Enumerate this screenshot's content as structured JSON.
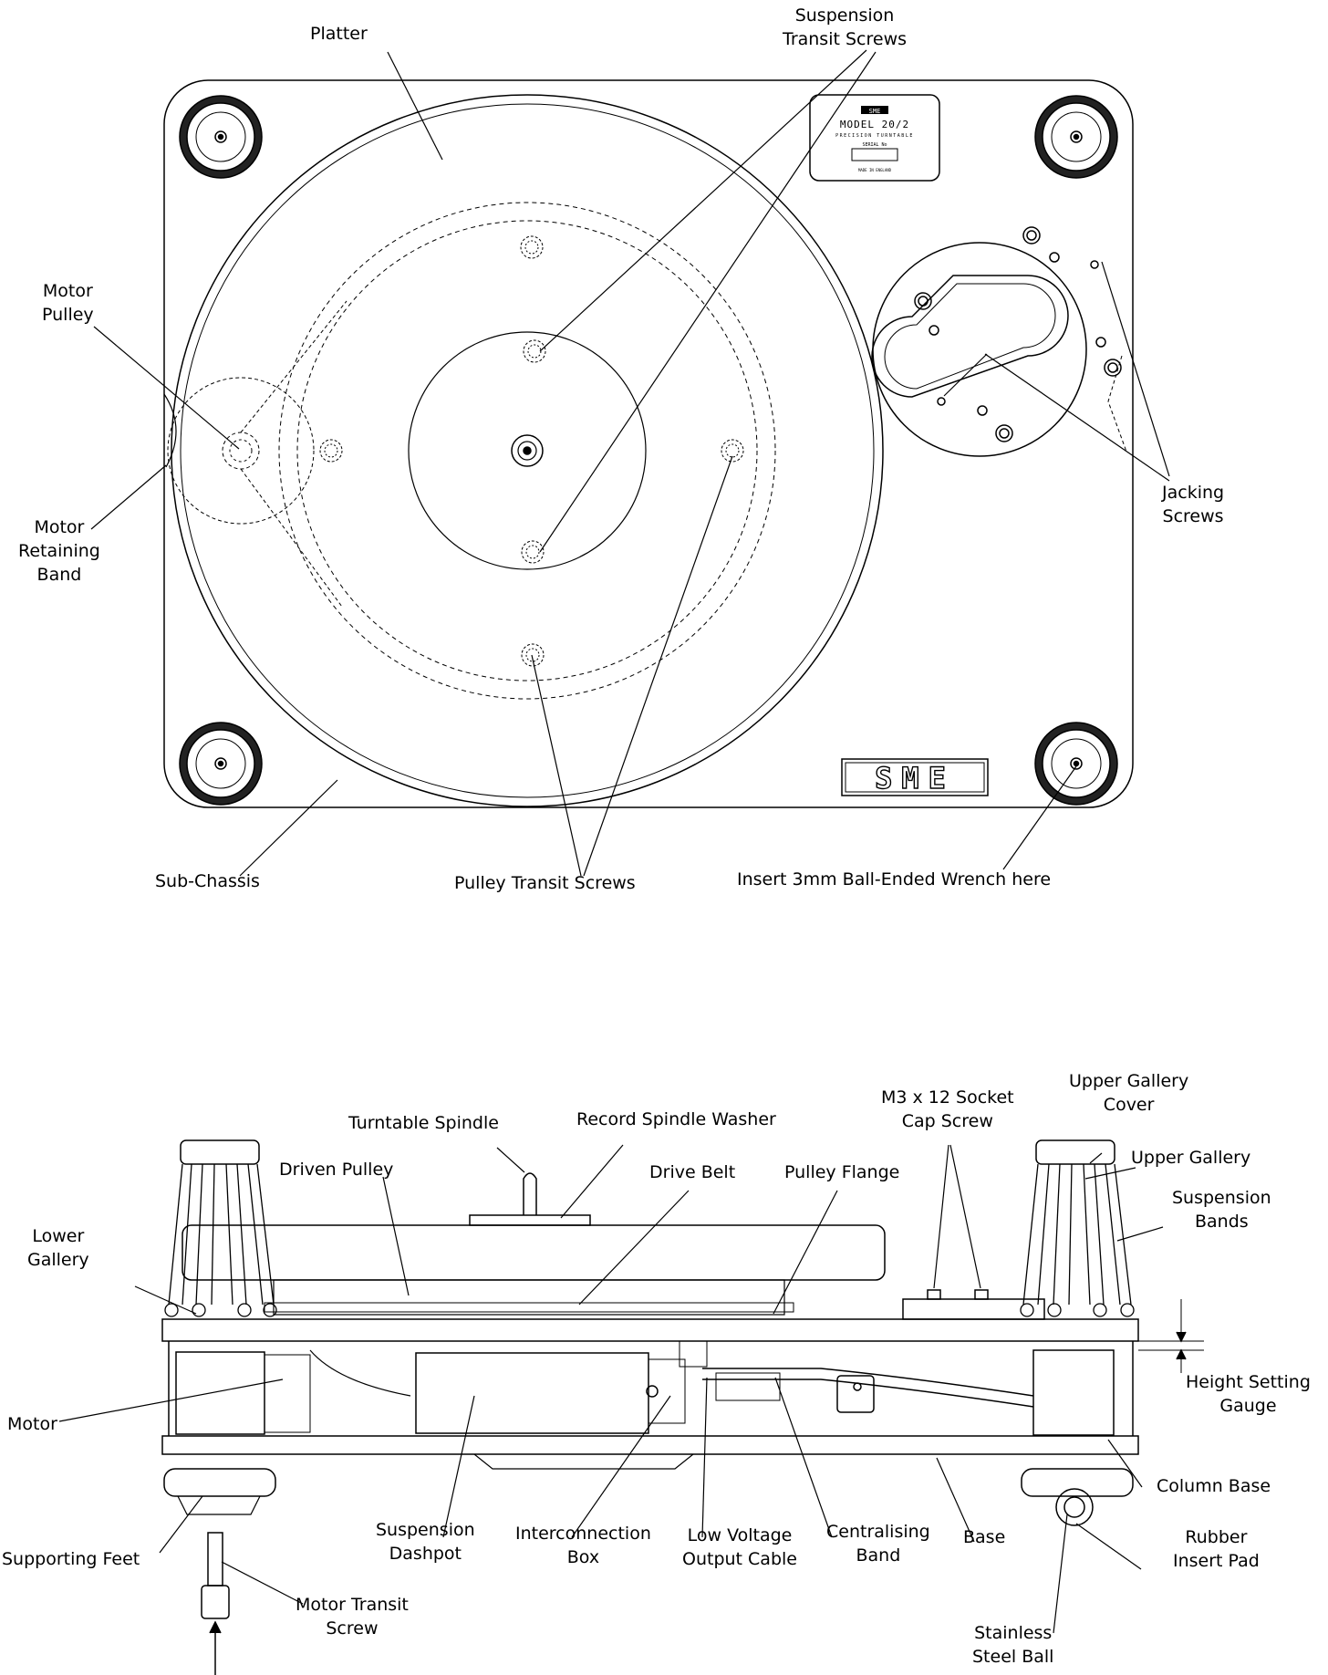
{
  "labels": {
    "platter": "Platter",
    "suspension_transit_screws": [
      "Suspension",
      "Transit Screws"
    ],
    "motor_pulley": [
      "Motor",
      "Pulley"
    ],
    "motor_retaining_band": [
      "Motor",
      "Retaining",
      "Band"
    ],
    "jacking_screws": [
      "Jacking",
      "Screws"
    ],
    "sub_chassis": "Sub-Chassis",
    "pulley_transit_screws": "Pulley Transit Screws",
    "insert_wrench": "Insert 3mm Ball-Ended Wrench here",
    "turntable_spindle": "Turntable Spindle",
    "record_spindle_washer": "Record Spindle Washer",
    "m3_cap_screw": [
      "M3 x 12 Socket",
      "Cap Screw"
    ],
    "upper_gallery_cover": [
      "Upper Gallery",
      "Cover"
    ],
    "upper_gallery": "Upper Gallery",
    "driven_pulley": "Driven Pulley",
    "drive_belt": "Drive Belt",
    "pulley_flange": "Pulley Flange",
    "suspension_bands": [
      "Suspension",
      "Bands"
    ],
    "lower_gallery": [
      "Lower",
      "Gallery"
    ],
    "height_setting_gauge": [
      "Height Setting",
      "Gauge"
    ],
    "motor": "Motor",
    "column_base": "Column Base",
    "supporting_feet": "Supporting Feet",
    "suspension_dashpot": [
      "Suspension",
      "Dashpot"
    ],
    "interconnection_box": [
      "Interconnection",
      "Box"
    ],
    "low_voltage_output_cable": [
      "Low Voltage",
      "Output Cable"
    ],
    "centralising_band": [
      "Centralising",
      "Band"
    ],
    "base": "Base",
    "rubber_insert_pad": [
      "Rubber",
      "Insert Pad"
    ],
    "stainless_steel_ball": [
      "Stainless",
      "Steel Ball"
    ],
    "motor_transit_screw": [
      "Motor Transit",
      "Screw"
    ]
  },
  "nameplate": {
    "brand": "SME",
    "model": "MODEL 20/2",
    "subtitle": "PRECISION TURNTABLE",
    "serial": "SERIAL No",
    "origin": "MADE IN ENGLAND"
  },
  "logo": "SME"
}
